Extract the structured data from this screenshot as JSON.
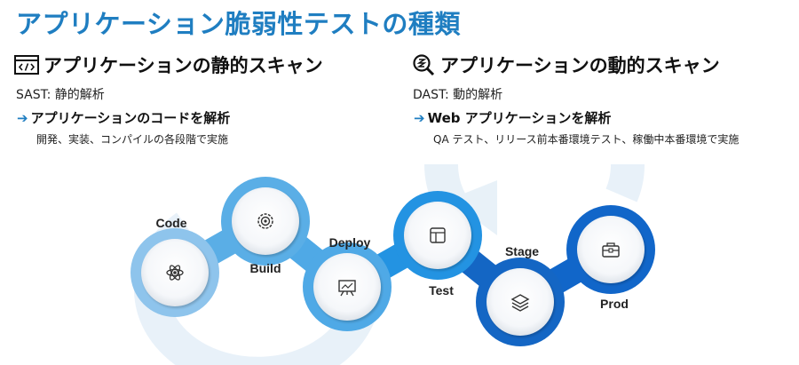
{
  "title": "アプリケーション脆弱性テストの種類",
  "sast": {
    "heading": "アプリケーションの静的スキャン",
    "abbr": "SAST: 静的解析",
    "point": "アプリケーションのコードを解析",
    "detail": "開発、実装、コンパイルの各段階で実施",
    "icon": "code-window-icon"
  },
  "dast": {
    "heading": "アプリケーションの動的スキャン",
    "abbr": "DAST: 動的解析",
    "point": "Web アプリケーションを解析",
    "detail": "QA テスト、リリース前本番環境テスト、稼働中本番環境で実施",
    "icon": "magnifier-scan-icon"
  },
  "arrow_glyph": "➔",
  "pipeline": {
    "stages": [
      {
        "label": "Code",
        "icon": "atom-icon"
      },
      {
        "label": "Build",
        "icon": "target-gear-icon"
      },
      {
        "label": "Deploy",
        "icon": "presentation-board-icon"
      },
      {
        "label": "Test",
        "icon": "window-grid-icon"
      },
      {
        "label": "Stage",
        "icon": "layers-icon"
      },
      {
        "label": "Prod",
        "icon": "toolbox-icon"
      }
    ],
    "colors": [
      "#8ec4ec",
      "#5aaee6",
      "#4fa9e6",
      "#2393e2",
      "#1466c4",
      "#1166c9"
    ]
  }
}
